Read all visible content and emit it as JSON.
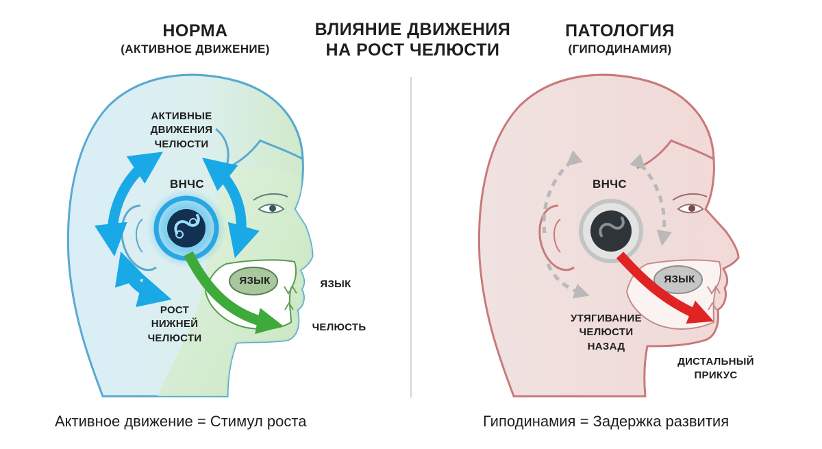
{
  "title": {
    "line1": "ВЛИЯНИЕ ДВИЖЕНИЯ",
    "line2": "НА РОСТ ЧЕЛЮСТИ"
  },
  "left": {
    "heading": "НОРМА",
    "subheading": "(АКТИВНОЕ ДВИЖЕНИЕ)",
    "labels": {
      "active_movements": "АКТИВНЫЕ\nДВИЖЕНИЯ\nЧЕЛЮСТИ",
      "tmj": "ВНЧС",
      "tongue_inner": "ЯЗЫК",
      "tongue_outer": "ЯЗЫК",
      "jaw": "ЧЕЛЮСТЬ",
      "growth": "РОСТ\nНИЖНЕЙ\nЧЕЛЮСТИ"
    },
    "caption": "Активное движение = Стимул роста"
  },
  "right": {
    "heading": "ПАТОЛОГИЯ",
    "subheading": "(ГИПОДИНАМИЯ)",
    "labels": {
      "tmj": "ВНЧС",
      "tongue_inner": "ЯЗЫК",
      "pullback": "УТЯГИВАНИЕ\nЧЕЛЮСТИ\nНАЗАД",
      "distal": "ДИСТАЛЬНЫЙ\nПРИКУС"
    },
    "caption": "Гиподинамия = Задержка развития"
  },
  "colors": {
    "norm_outline": "#5aa9cf",
    "norm_fill": "#d7ecf5",
    "norm_face": "#d3ecc9",
    "norm_arrow_blue": "#18a9e6",
    "norm_arrow_green": "#3faa3c",
    "path_outline": "#c87a7a",
    "path_fill": "#f0dcdb",
    "path_arrow_red": "#e02424",
    "path_arrow_gray": "#b9b9b9"
  }
}
